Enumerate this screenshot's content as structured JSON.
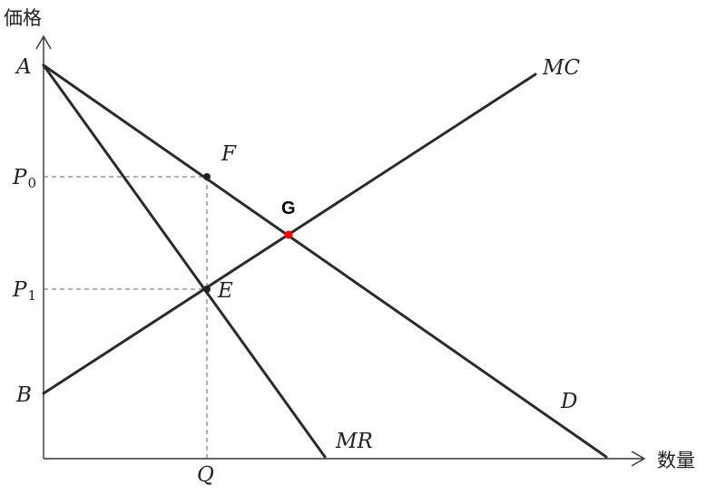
{
  "axes": {
    "y_label": "価格",
    "x_label": "数量"
  },
  "points": {
    "a": "A",
    "b": "B",
    "p0": "P",
    "p0_sub": "0",
    "p1": "P",
    "p1_sub": "1",
    "q": "Q",
    "f": "F",
    "e": "E",
    "g": "G"
  },
  "lines": {
    "mc": "MC",
    "mr": "MR",
    "d": "D"
  },
  "colors": {
    "line": "#2b2b2b",
    "dot": "#222222",
    "highlight": "#ff0000"
  }
}
